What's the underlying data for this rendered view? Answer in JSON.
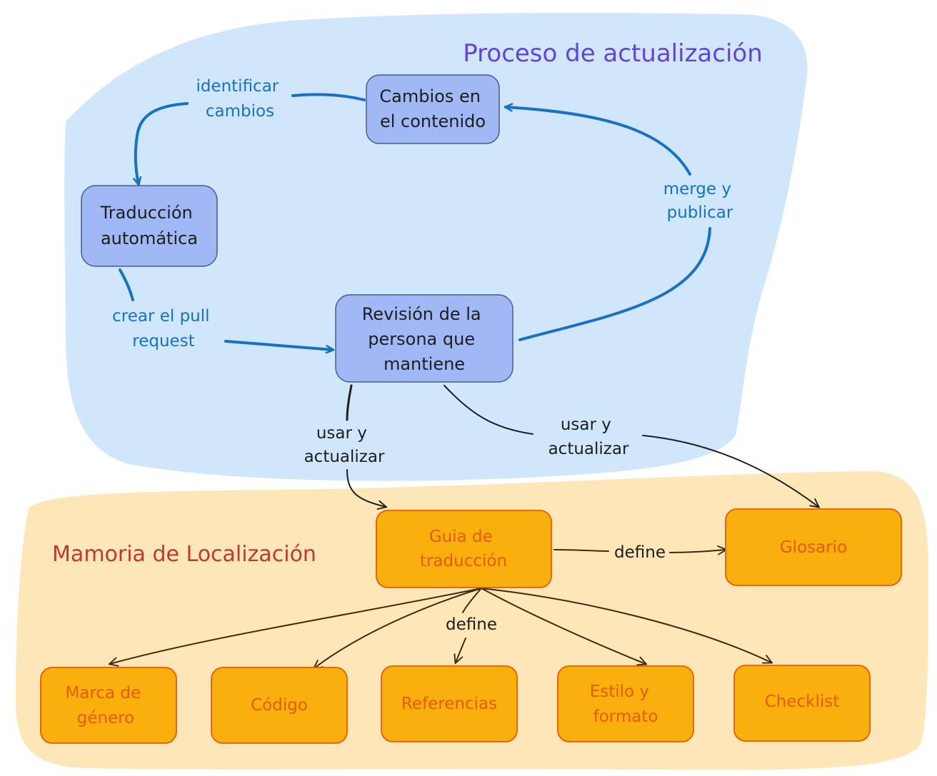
{
  "regions": {
    "update_process": {
      "title": "Proceso de actualización",
      "fill": "#d0e6fb",
      "title_color": "#6741d9"
    },
    "localization_memory": {
      "title": "Mamoria de Localización",
      "fill": "#fde6b8",
      "title_color": "#c0392b"
    }
  },
  "nodes": {
    "content_changes": [
      "Cambios en",
      "el contenido"
    ],
    "machine_translation": [
      "Traducción",
      "automática"
    ],
    "maintainer_review": [
      "Revisión de la",
      "persona que",
      "mantiene"
    ],
    "translation_guide": [
      "Guia de",
      "traducción"
    ],
    "glossary": [
      "Glosario"
    ],
    "gender_mark": [
      "Marca de",
      "género"
    ],
    "code": [
      "Código"
    ],
    "references": [
      "Referencias"
    ],
    "style_format": [
      "Estilo y",
      "formato"
    ],
    "checklist": [
      "Checklist"
    ]
  },
  "edges": {
    "identify_changes": [
      "identificar",
      "cambios"
    ],
    "create_pr": [
      "crear el pull",
      "request"
    ],
    "merge_publish": [
      "merge y",
      "publicar"
    ],
    "use_update_guide": [
      "usar y",
      "actualizar"
    ],
    "use_update_glossary": [
      "usar y",
      "actualizar"
    ],
    "guide_defines_glossary": [
      "define"
    ],
    "guide_defines_children": [
      "define"
    ]
  },
  "colors": {
    "blue_node_fill": "#a0b8f5",
    "blue_node_stroke": "#4a5a8a",
    "orange_node_fill": "#f9b00c",
    "orange_node_stroke": "#e8590c",
    "blue_edge": "#1971c2",
    "black_edge": "#1e1e1e"
  }
}
